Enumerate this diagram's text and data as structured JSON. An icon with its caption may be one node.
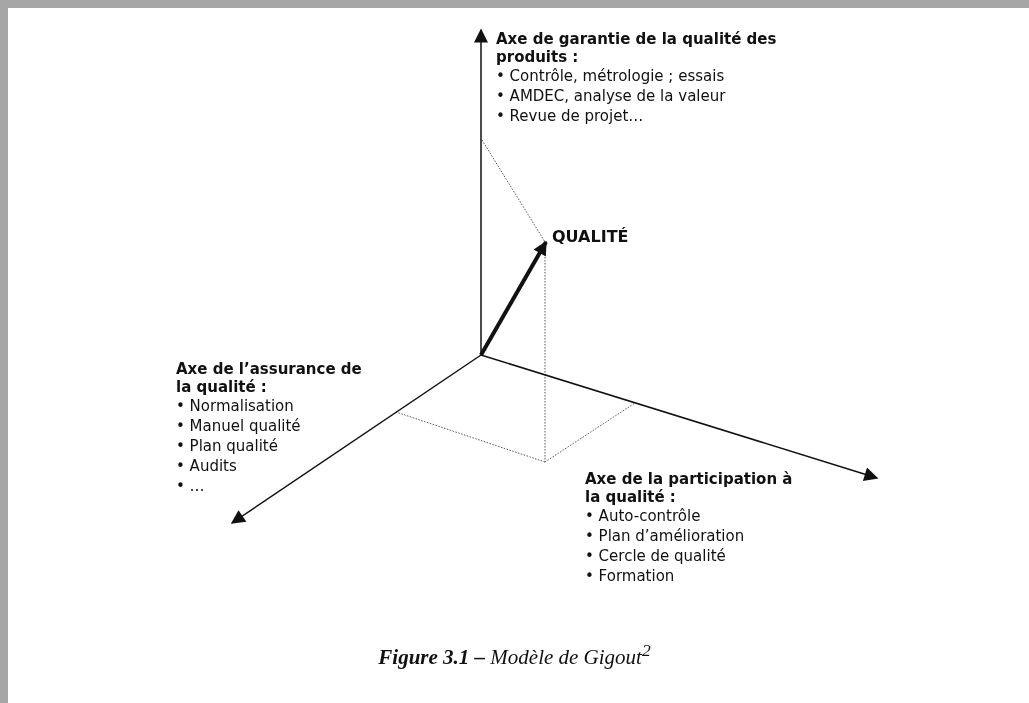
{
  "diagram": {
    "caption": "**Figure 3.1 –** Modèle de Gigout$^{2}$",
    "nodes": [
      {
        "text": [
          "Axe de garantie de la qualité des produits :",
          "• Contrôle, métrologie ; essais",
          "• AMDEC, analyse de la valeur",
          "• Revue de projet…"
        ]
      },
      {
        "text": [
          "QUALITÉ"
        ]
      },
      {
        "text": [
          "Axe de l’assurance de la qualité :",
          "• Normalisation",
          "• Manuel qualité",
          "• Plan qualité",
          "• Audits",
          "• …"
        ]
      },
      {
        "text": [
          "Axe de la participation à la qualité :",
          "• Auto-contrôle",
          "• Plan d’amélioration",
          "• Cercle de qualité",
          "• Formation"
        ]
      }
    ],
    "edges": [
      {
        "from": null,
        "to": 0,
        "arrow": "to"
      },
      {
        "from": null,
        "to": 1,
        "arrow": "to",
        "style": "thick"
      },
      {
        "from": null,
        "to": 2,
        "arrow": "to"
      },
      {
        "from": null,
        "to": 3,
        "arrow": "to"
      }
    ]
  }
}
